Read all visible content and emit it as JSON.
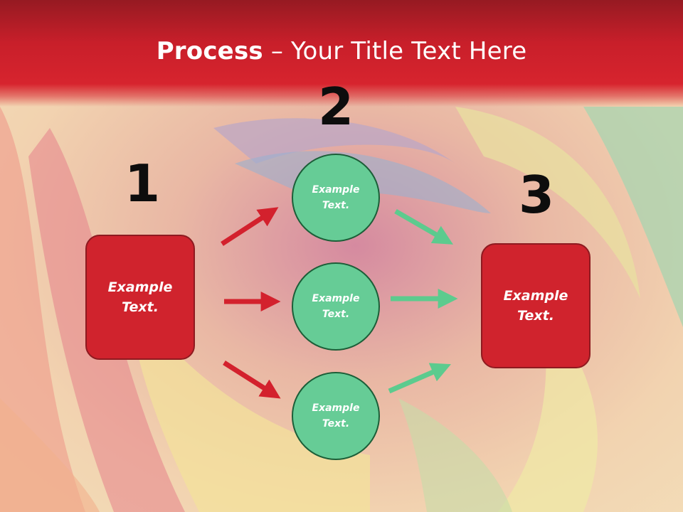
{
  "title": {
    "bold": "Process",
    "rest": " – Your Title Text Here"
  },
  "steps": [
    {
      "number": "1",
      "box_text": "Example Text."
    },
    {
      "number": "2",
      "circles": [
        "Example Text.",
        "Example Text.",
        "Example Text."
      ]
    },
    {
      "number": "3",
      "box_text": "Example Text."
    }
  ],
  "colors": {
    "title_bar": "#c81f2a",
    "box_fill": "#d0232d",
    "circle_fill": "#66cc96",
    "red_arrow": "#d3212d",
    "green_arrow": "#5ccb8e"
  }
}
